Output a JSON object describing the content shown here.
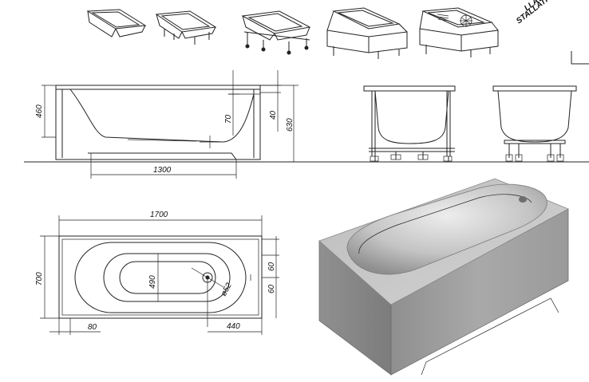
{
  "stamp": {
    "line1": "LLATION",
    "line2": "STALLATION"
  },
  "side_view": {
    "height_460": "460",
    "depth_70": "70",
    "rim_40": "40",
    "total_630": "630",
    "inner_1300": "1300"
  },
  "plan_view": {
    "length_1700": "1700",
    "width_700": "700",
    "inner_490": "490",
    "edge_60_top": "60",
    "edge_60_bottom": "60",
    "drain_d52": "ø52",
    "offset_80": "80",
    "drain_440": "440"
  },
  "install_options": [
    "bathtub-bare-icon",
    "bathtub-on-legs-icon",
    "bathtub-on-frame-wheels-icon",
    "bathtub-with-panel-icon",
    "bathtub-with-panel-hydro-icon"
  ],
  "colors": {
    "line": "#222222",
    "render_body": "#a6a6a6",
    "render_top": "#c9c9c9"
  }
}
